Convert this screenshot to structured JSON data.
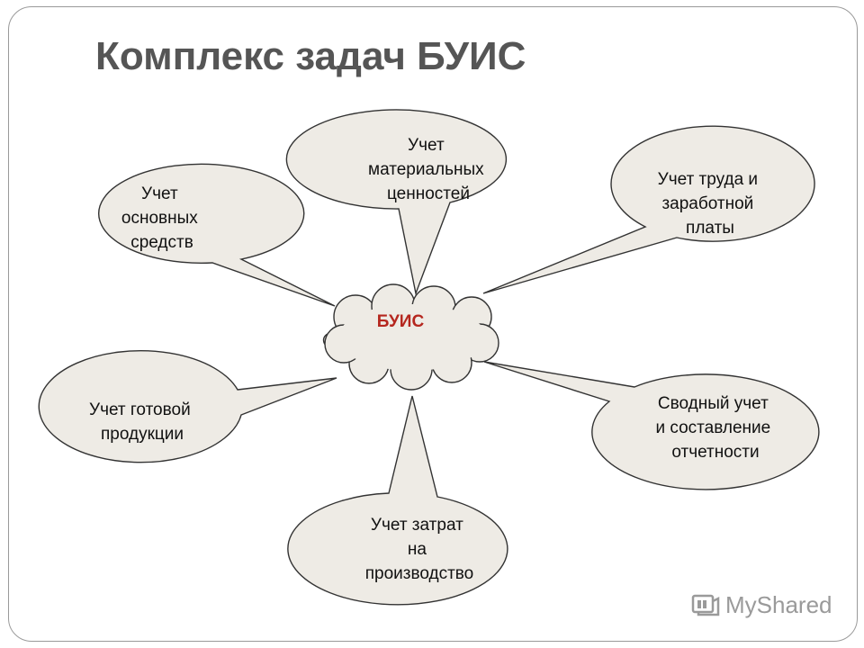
{
  "title": "Комплекс задач БУИС",
  "center": {
    "label": "БУИС"
  },
  "nodes": [
    {
      "id": "osnovnye",
      "lines": [
        "Учет",
        "основных",
        "средств"
      ]
    },
    {
      "id": "materialnye",
      "lines": [
        "Учет",
        "материальных",
        "ценностей"
      ]
    },
    {
      "id": "trud",
      "lines": [
        "Учет труда и",
        "заработной",
        "платы"
      ]
    },
    {
      "id": "gotovaya",
      "lines": [
        "Учет готовой",
        "продукции"
      ]
    },
    {
      "id": "svodny",
      "lines": [
        "Сводный учет",
        "и составление",
        "отчетности"
      ]
    },
    {
      "id": "zatraty",
      "lines": [
        "Учет затрат",
        "на",
        "производство"
      ]
    }
  ],
  "colors": {
    "bubble_fill": "#eeebe5",
    "stroke": "#333333",
    "center_text": "#b5271f",
    "title_text": "#555555"
  },
  "watermark": {
    "text": "MyShared",
    "icon": "myshared-logo-icon"
  }
}
